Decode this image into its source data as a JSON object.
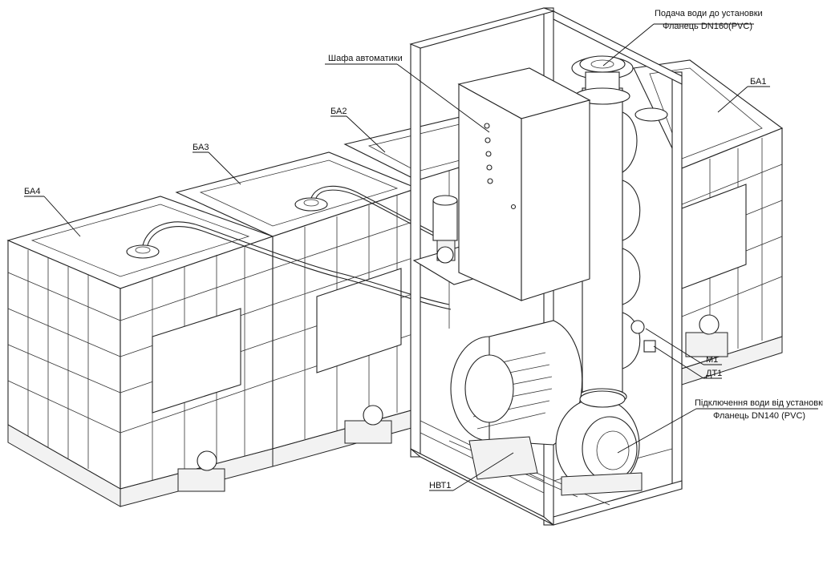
{
  "labels": {
    "water_supply_line1": "Подача води до установки",
    "water_supply_line2": "Фланець DN160(PVC)",
    "cabinet": "Шафа автоматики",
    "ba1": "БА1",
    "ba2": "БА2",
    "ba3": "БА3",
    "ba4": "БА4",
    "m1": "М1",
    "dt1": "ДТ1",
    "water_outlet_line1": "Підключення води від установки",
    "water_outlet_line2": "Фланець DN140 (PVC)",
    "nvt1": "НВТ1"
  }
}
